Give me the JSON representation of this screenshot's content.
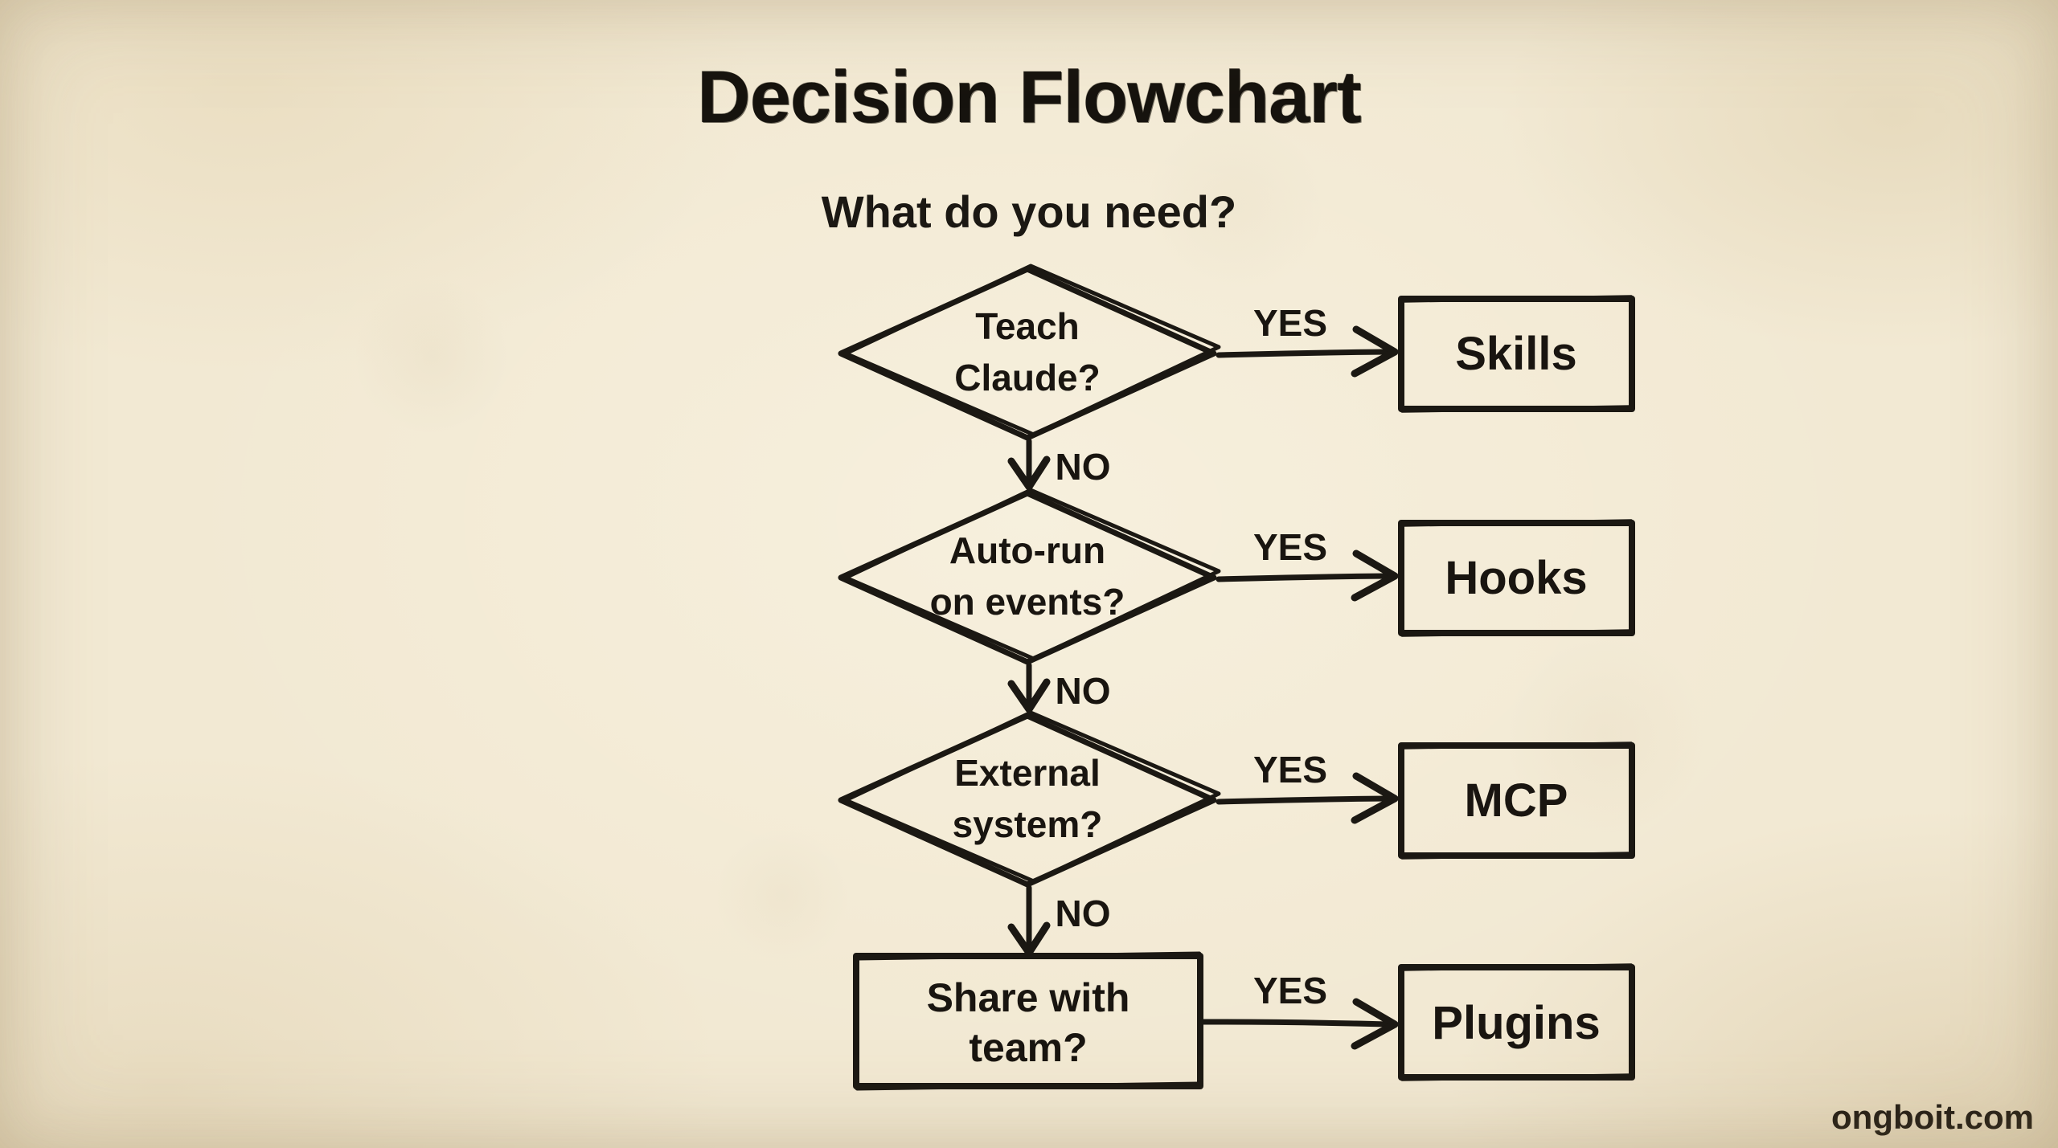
{
  "page": {
    "title": "Decision Flowchart",
    "subtitle": "What do you need?",
    "watermark": "ongboit.com"
  },
  "labels": {
    "yes": "YES",
    "no": "NO"
  },
  "steps": [
    {
      "shape": "diamond",
      "question_line1": "Teach",
      "question_line2": "Claude?",
      "yes_result": "Skills"
    },
    {
      "shape": "diamond",
      "question_line1": "Auto-run",
      "question_line2": "on events?",
      "yes_result": "Hooks"
    },
    {
      "shape": "diamond",
      "question_line1": "External",
      "question_line2": "system?",
      "yes_result": "MCP"
    },
    {
      "shape": "rect",
      "question_line1": "Share with",
      "question_line2": "team?",
      "yes_result": "Plugins"
    }
  ],
  "colors": {
    "paper": "#f2e9d3",
    "ink": "#1b1813"
  }
}
